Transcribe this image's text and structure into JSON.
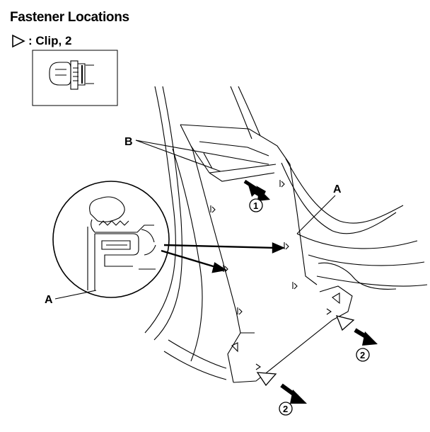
{
  "title": "Fastener Locations",
  "legend": {
    "symbol": "triangle-icon",
    "text": ": Clip, 2"
  },
  "labels": {
    "b": "B",
    "a_right": "A",
    "a_detail": "A",
    "step1": "1",
    "step2_right": "2",
    "step2_bottom": "2"
  }
}
